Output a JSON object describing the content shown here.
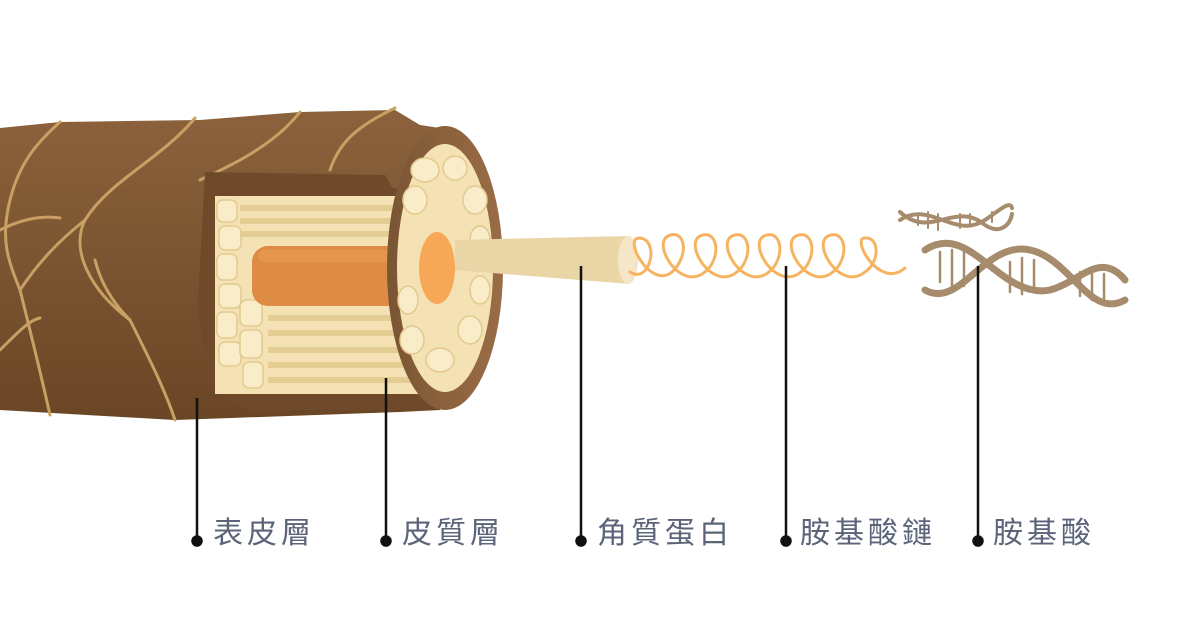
{
  "labels": {
    "epidermis": "表皮層",
    "cortex": "皮質層",
    "keratin": "角質蛋白",
    "amino_chain": "胺基酸鏈",
    "amino_acid": "胺基酸"
  },
  "colors": {
    "hair_dark": "#6e4a2a",
    "hair_light": "#9a6c45",
    "scale_edge": "#c9a063",
    "inner_cream": "#f4e2b4",
    "medulla": "#de8c45",
    "medulla_cap": "#f7a857",
    "keratin_strand": "#ead5a6",
    "spiral": "#f6b462",
    "dna": "#a68c6c",
    "leader": "#111111",
    "label_text": "#5b6478"
  }
}
